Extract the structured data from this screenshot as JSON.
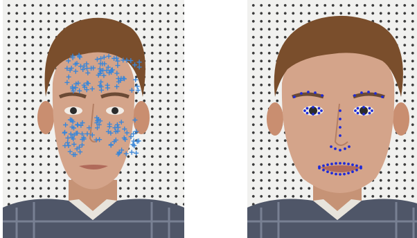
{
  "figure": {
    "panels": [
      {
        "id": "left",
        "marker_style": "plus",
        "marker_color": "#3a86d8"
      },
      {
        "id": "right",
        "marker_style": "dot",
        "marker_color": "#1e2ad8"
      }
    ]
  },
  "colors": {
    "background": "#f1f1ef",
    "dot_grid": "#3b3b3b",
    "skin": "#d4a48a",
    "hair": "#7a4e2c",
    "shirt_base": "#4f5668",
    "plus_marker": "#3a86d8",
    "dot_marker": "#1e2ad8"
  }
}
